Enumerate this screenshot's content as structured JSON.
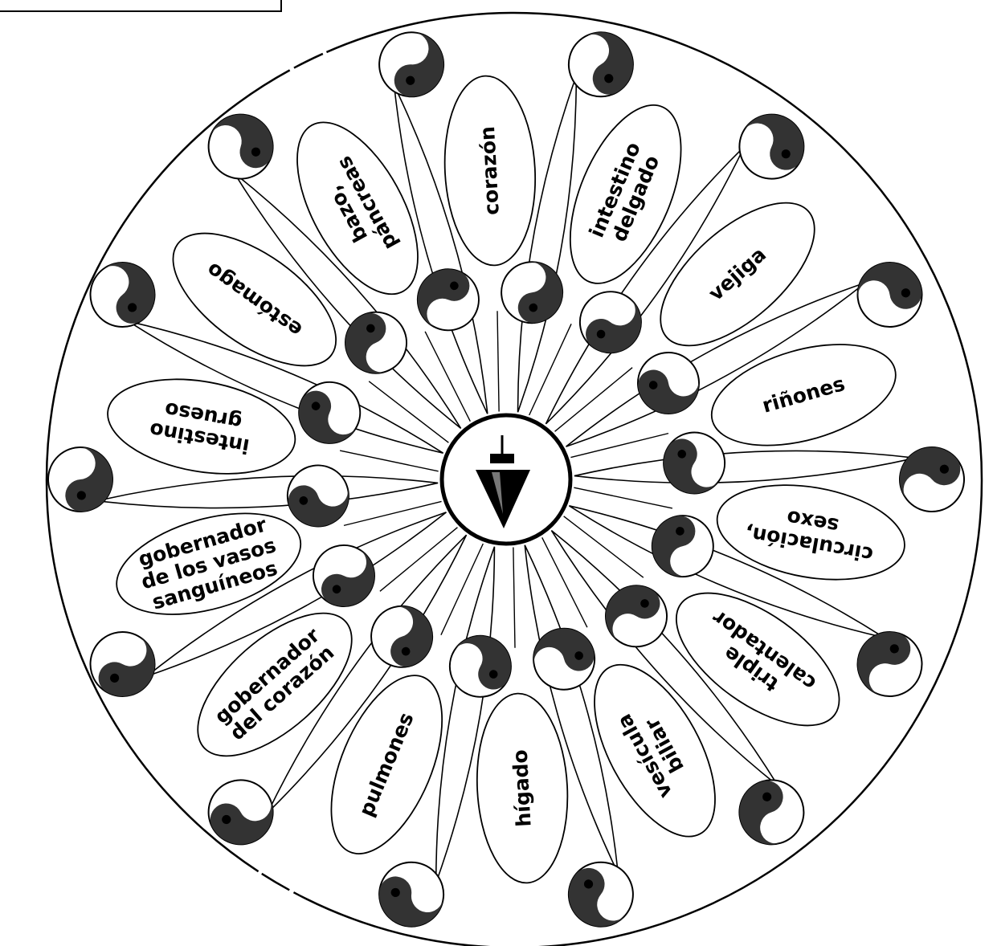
{
  "diagram": {
    "organs": [
      {
        "lines": [
          "corazón"
        ]
      },
      {
        "lines": [
          "intestino",
          "delgado"
        ]
      },
      {
        "lines": [
          "vejiga"
        ]
      },
      {
        "lines": [
          "riñones"
        ]
      },
      {
        "lines": [
          "circulación,",
          "sexo"
        ]
      },
      {
        "lines": [
          "triple",
          "calentador"
        ]
      },
      {
        "lines": [
          "vesícula",
          "biliar"
        ]
      },
      {
        "lines": [
          "hígado"
        ]
      },
      {
        "lines": [
          "pulmones"
        ]
      },
      {
        "lines": [
          "gobernador",
          "del corazón"
        ]
      },
      {
        "lines": [
          "gobernador",
          "de los vasos",
          "sanguíneos"
        ]
      },
      {
        "lines": [
          "intestino",
          "grueso"
        ]
      },
      {
        "lines": [
          "estómago"
        ]
      },
      {
        "lines": [
          "bazo,",
          "páncreas"
        ]
      }
    ],
    "center_symbol": "pendulum-icon",
    "marker_symbol": "yin-yang-icon",
    "colors": {
      "ink": "#000000",
      "paper": "#ffffff",
      "shade": "#3a3a3a"
    }
  }
}
